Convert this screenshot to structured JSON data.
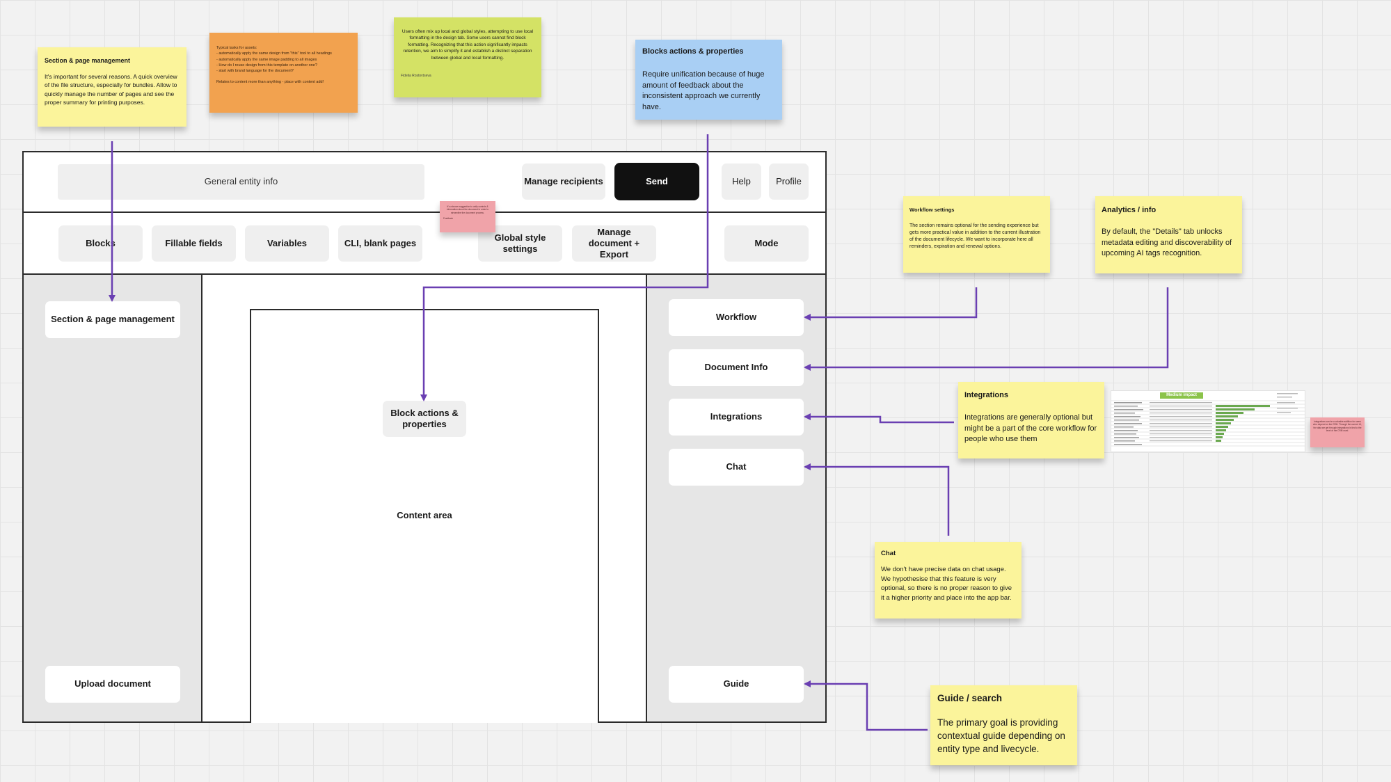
{
  "colors": {
    "note_yellow": "#fbf49b",
    "note_orange": "#f2a24f",
    "note_green": "#d4e265",
    "note_blue": "#a9cff4",
    "note_pink": "#f0a3a9",
    "connector": "#6a3fb2",
    "send_button": "#111111"
  },
  "notes": {
    "section": {
      "title": "Section & page management",
      "body": "It's important for several reasons. A quick overview of the file structure, especially for bundles. Allow to quickly manage the number of pages and see the proper summary for printing purposes."
    },
    "orange": {
      "body": "Typical tasks for assets:\n- automatically apply the same design from \"this\" tool to all headings\n- automatically apply the same image padding to all images\n- How do I reuse design from this template on another one?\n- start with brand language for the document?",
      "footer": "Relates to content more than anything - place with content add!"
    },
    "green": {
      "body": "Users often mix up local and global styles, attempting to use local formatting in the design tab. Some users cannot find block formatting. Recognizing that this action significantly impacts retention, we aim to simplify it and establish a distinct separation between global and local formatting.",
      "footer": "Fidelia Rostovtseva"
    },
    "blocks": {
      "title": "Blocks actions & properties",
      "body": "Require unification because of huge amount of feedback about the inconsistent approach we currently have."
    },
    "pink_small": {
      "body": "It's a known suggestion to unify controls & information about the document in order to streamline the document process.",
      "footer": "Feedback"
    },
    "workflow": {
      "title": "Workflow settings",
      "body": "The section remains optional for the sending experience but gets more practical value in addition to the current illustration of the document lifecycle. We want to incorporate here all reminders, expiration and renewal options."
    },
    "analytics": {
      "title": "Analytics / info",
      "body": "By default, the \"Details\" tab unlocks metadata editing and discoverability of upcoming AI tags recognition."
    },
    "integrations": {
      "title": "Integrations",
      "body": "Integrations are generally optional but might be a part of the core workflow for people who use them"
    },
    "pink_right": {
      "body": "Integrations can be a valuable addition for users who depend on the CRM. Through the current UI, the data we get through integrations is tied to the level of the CRM used."
    },
    "chat": {
      "title": "Chat",
      "body": "We don't have precise data on chat usage. We hypothesise that this feature is very optional, so there is no proper reason to give it a higher priority and place into the app bar."
    },
    "guide": {
      "title": "Guide / search",
      "body": "The primary goal is providing contextual guide depending on entity type and livecycle."
    }
  },
  "header": {
    "general_info": "General entity info",
    "manage_recipients": "Manage recipients",
    "send": "Send",
    "help": "Help",
    "profile": "Profile"
  },
  "toolbar": {
    "blocks": "Blocks",
    "fillable_fields": "Fillable fields",
    "variables": "Variables",
    "cli_blank_pages": "CLI, blank pages",
    "global_style_settings": "Global style settings",
    "manage_document_export": "Manage document + Export",
    "mode": "Mode"
  },
  "left_panel": {
    "section_page_management": "Section & page management",
    "upload_document": "Upload document"
  },
  "center": {
    "block_actions_properties": "Block actions & properties",
    "content_area": "Content area"
  },
  "right_panel": {
    "workflow": "Workflow",
    "document_info": "Document Info",
    "integrations": "Integrations",
    "chat": "Chat",
    "guide": "Guide"
  },
  "thumbnail": {
    "title": "Medium impact"
  }
}
